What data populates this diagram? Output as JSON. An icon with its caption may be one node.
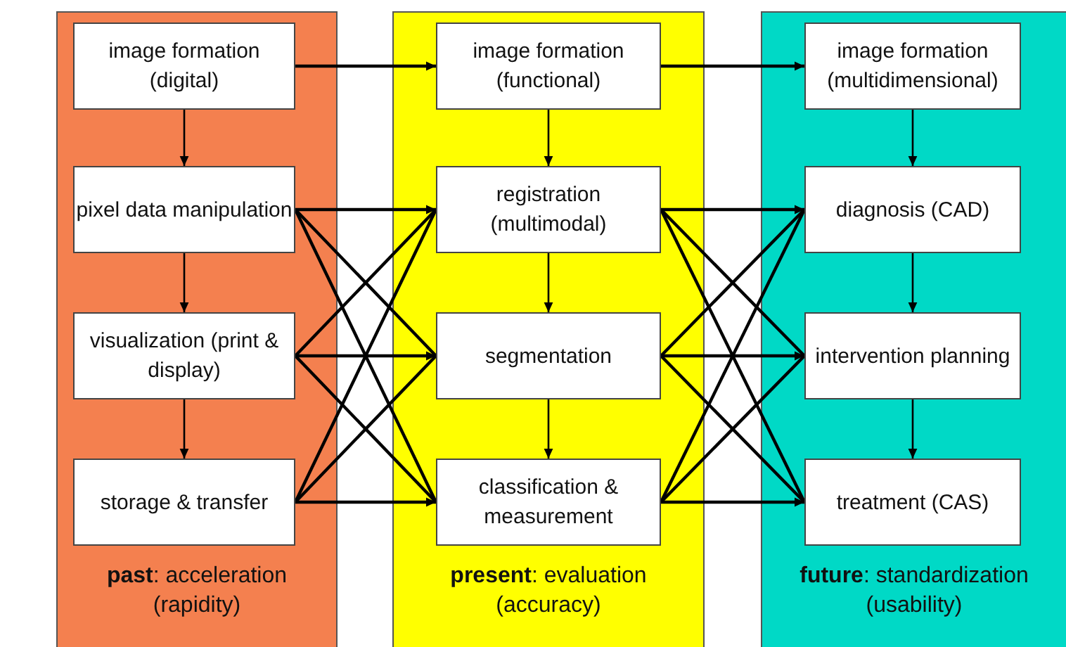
{
  "diagram": {
    "nodes": [
      {
        "text": [
          "**past**: acceleration (rapidity)"
        ]
      },
      {
        "text": [
          "image formation (digital)"
        ],
        "in": 0
      },
      {
        "text": [
          "pixel data manipulation"
        ],
        "in": 0
      },
      {
        "text": [
          "visualization (print & display)"
        ],
        "in": 0
      },
      {
        "text": [
          "storage & transfer"
        ],
        "in": 0
      },
      {
        "text": [
          "**present**: evaluation (accuracy)"
        ]
      },
      {
        "text": [
          "image formation (functional)"
        ],
        "in": 5
      },
      {
        "text": [
          "registration (multimodal)"
        ],
        "in": 5
      },
      {
        "text": [
          "segmentation"
        ],
        "in": 5
      },
      {
        "text": [
          "classification & measurement"
        ],
        "in": 5
      },
      {
        "text": [
          "**future**: standardization (usability)"
        ]
      },
      {
        "text": [
          "image formation (multidimensional)"
        ],
        "in": 10
      },
      {
        "text": [
          "diagnosis (CAD)"
        ],
        "in": 10
      },
      {
        "text": [
          "intervention planning"
        ],
        "in": 10
      },
      {
        "text": [
          "treatment (CAS)"
        ],
        "in": 10
      }
    ],
    "edges": [
      {
        "from": 1,
        "to": 2,
        "arrow": "to"
      },
      {
        "from": 2,
        "to": 3,
        "arrow": "to"
      },
      {
        "from": 3,
        "to": 4,
        "arrow": "to"
      },
      {
        "from": 6,
        "to": 7,
        "arrow": "to"
      },
      {
        "from": 7,
        "to": 8,
        "arrow": "to"
      },
      {
        "from": 8,
        "to": 9,
        "arrow": "to"
      },
      {
        "from": 11,
        "to": 12,
        "arrow": "to"
      },
      {
        "from": 12,
        "to": 13,
        "arrow": "to"
      },
      {
        "from": 13,
        "to": 14,
        "arrow": "to"
      },
      {
        "from": 1,
        "to": 6,
        "arrow": "to"
      },
      {
        "from": 6,
        "to": 11,
        "arrow": "to"
      },
      {
        "from": 2,
        "to": 7,
        "arrow": "to"
      },
      {
        "from": 2,
        "to": 8,
        "arrow": "none"
      },
      {
        "from": 2,
        "to": 9,
        "arrow": "none"
      },
      {
        "from": 3,
        "to": 7,
        "arrow": "none"
      },
      {
        "from": 3,
        "to": 8,
        "arrow": "to"
      },
      {
        "from": 3,
        "to": 9,
        "arrow": "none"
      },
      {
        "from": 4,
        "to": 7,
        "arrow": "none"
      },
      {
        "from": 4,
        "to": 8,
        "arrow": "none"
      },
      {
        "from": 4,
        "to": 9,
        "arrow": "to"
      },
      {
        "from": 7,
        "to": 12,
        "arrow": "to"
      },
      {
        "from": 7,
        "to": 13,
        "arrow": "none"
      },
      {
        "from": 7,
        "to": 14,
        "arrow": "none"
      },
      {
        "from": 8,
        "to": 12,
        "arrow": "none"
      },
      {
        "from": 8,
        "to": 13,
        "arrow": "to"
      },
      {
        "from": 8,
        "to": 14,
        "arrow": "none"
      },
      {
        "from": 9,
        "to": 12,
        "arrow": "none"
      },
      {
        "from": 9,
        "to": 13,
        "arrow": "none"
      },
      {
        "from": 9,
        "to": 14,
        "arrow": "to"
      }
    ]
  }
}
